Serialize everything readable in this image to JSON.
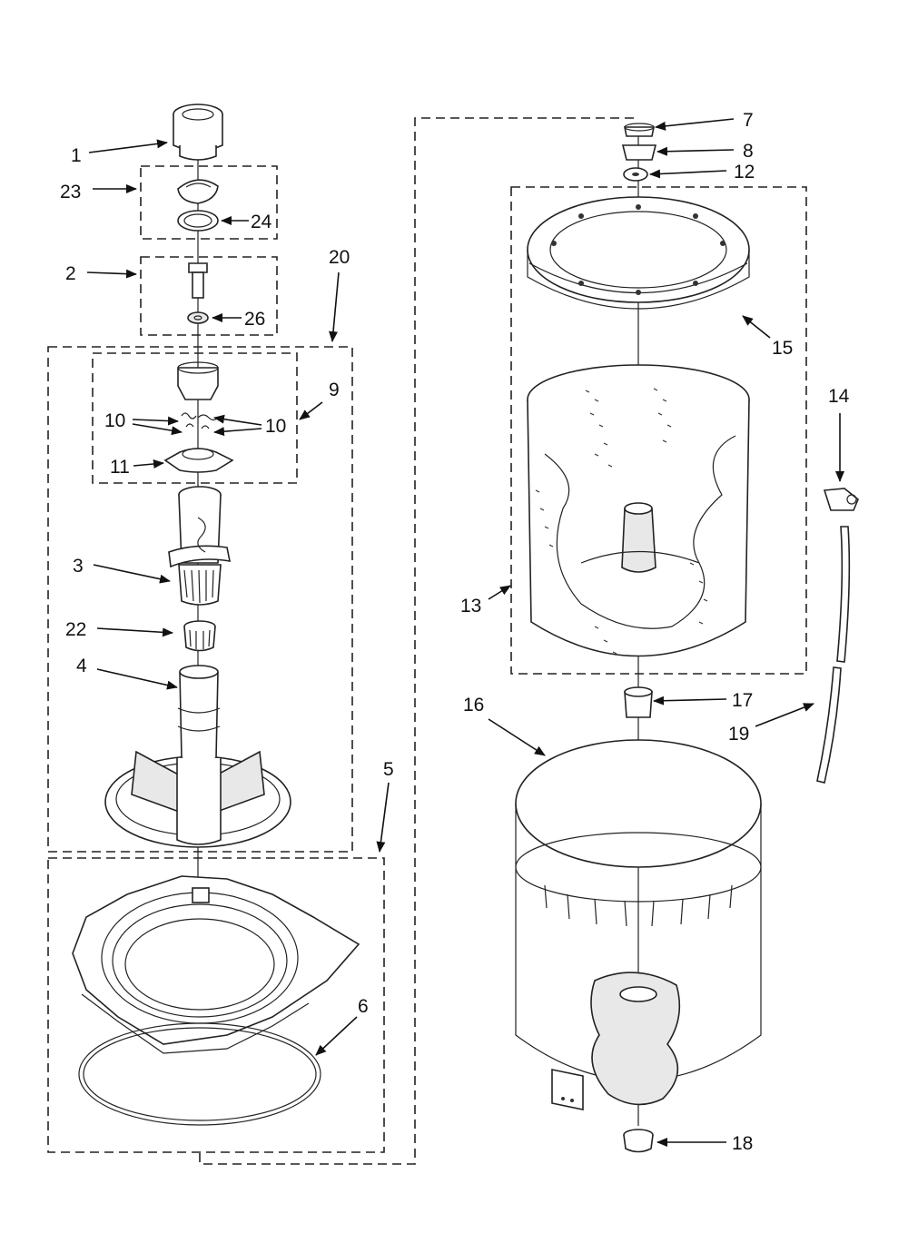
{
  "diagram": {
    "callouts": [
      {
        "id": "c1",
        "text": "1"
      },
      {
        "id": "c23",
        "text": "23"
      },
      {
        "id": "c24",
        "text": "24"
      },
      {
        "id": "c2",
        "text": "2"
      },
      {
        "id": "c26",
        "text": "26"
      },
      {
        "id": "c20",
        "text": "20"
      },
      {
        "id": "c9",
        "text": "9"
      },
      {
        "id": "c10a",
        "text": "10"
      },
      {
        "id": "c10b",
        "text": "10"
      },
      {
        "id": "c11",
        "text": "11"
      },
      {
        "id": "c3",
        "text": "3"
      },
      {
        "id": "c22",
        "text": "22"
      },
      {
        "id": "c4",
        "text": "4"
      },
      {
        "id": "c5",
        "text": "5"
      },
      {
        "id": "c6",
        "text": "6"
      },
      {
        "id": "c7",
        "text": "7"
      },
      {
        "id": "c8",
        "text": "8"
      },
      {
        "id": "c12",
        "text": "12"
      },
      {
        "id": "c15",
        "text": "15"
      },
      {
        "id": "c14",
        "text": "14"
      },
      {
        "id": "c13",
        "text": "13"
      },
      {
        "id": "c16",
        "text": "16"
      },
      {
        "id": "c17",
        "text": "17"
      },
      {
        "id": "c19",
        "text": "19"
      },
      {
        "id": "c18",
        "text": "18"
      }
    ]
  }
}
